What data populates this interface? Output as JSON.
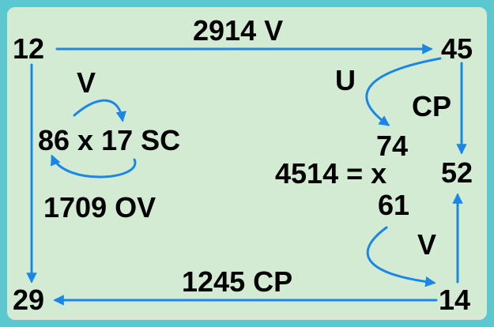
{
  "colors": {
    "background": "#5bc7cf",
    "panel": "#d4ebd3",
    "arrow": "#1a86e8",
    "text": "#000000"
  },
  "nodes": {
    "top_left": "12",
    "top_right": "45",
    "middle_right": "52",
    "bottom_left": "29",
    "bottom_right": "14"
  },
  "edges": {
    "top": "2914 V",
    "bottom": "1245 CP",
    "right_upper": "CP",
    "right_lower": "V",
    "curve_upper": "U"
  },
  "left_loop": {
    "top_label": "V",
    "expression": "86 x 17 SC",
    "bottom_label": "1709 OV"
  },
  "right_center": {
    "line1": "74",
    "line2": "4514 = x",
    "line3": "61"
  }
}
